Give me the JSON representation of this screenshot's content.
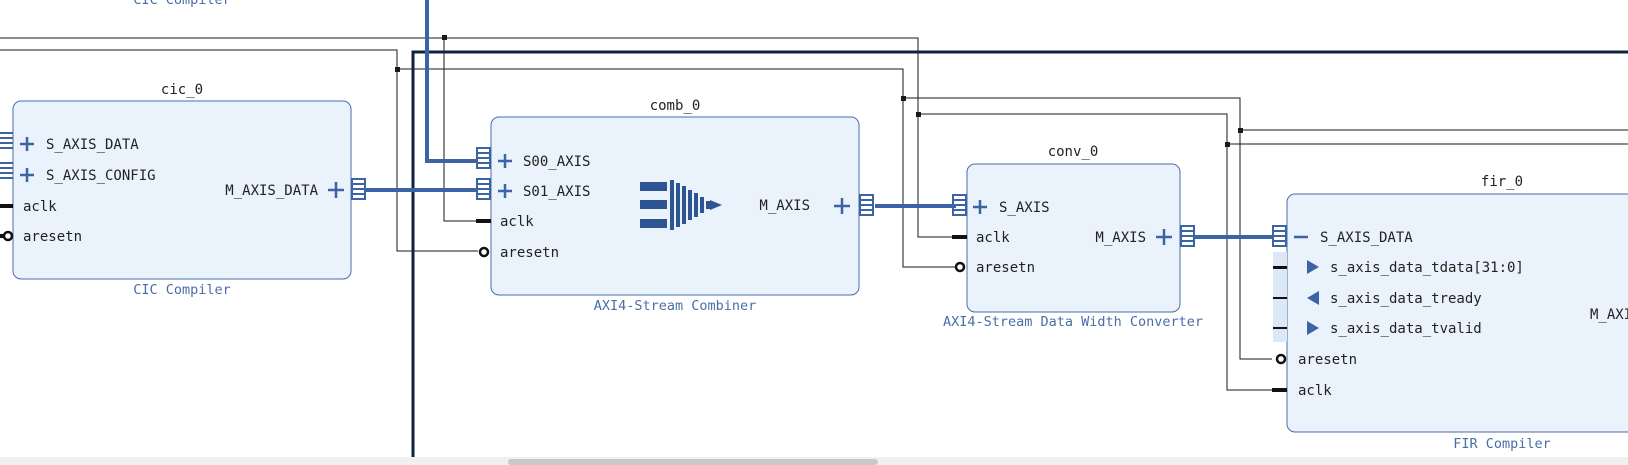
{
  "top_label": "CIC Compiler",
  "blocks": {
    "cic": {
      "instance": "cic_0",
      "ip_name": "CIC Compiler",
      "inputs": [
        "S_AXIS_DATA",
        "S_AXIS_CONFIG",
        "aclk",
        "aresetn"
      ],
      "output": "M_AXIS_DATA"
    },
    "comb": {
      "instance": "comb_0",
      "ip_name": "AXI4-Stream Combiner",
      "inputs": [
        "S00_AXIS",
        "S01_AXIS",
        "aclk",
        "aresetn"
      ],
      "output": "M_AXIS"
    },
    "conv": {
      "instance": "conv_0",
      "ip_name": "AXI4-Stream Data Width Converter",
      "inputs": [
        "S_AXIS",
        "aclk",
        "aresetn"
      ],
      "output": "M_AXIS"
    },
    "fir": {
      "instance": "fir_0",
      "ip_name": "FIR Compiler",
      "inputs": [
        "S_AXIS_DATA",
        "s_axis_data_tdata[31:0]",
        "s_axis_data_tready",
        "s_axis_data_tvalid",
        "aresetn",
        "aclk"
      ],
      "output": "M_AXI"
    }
  },
  "colors": {
    "block_fill": "#eaf2fc",
    "block_border": "#4a6ea9",
    "bus": "#3c64a4",
    "wire": "#1a1a1a",
    "ip_label": "#4a6ea9"
  }
}
